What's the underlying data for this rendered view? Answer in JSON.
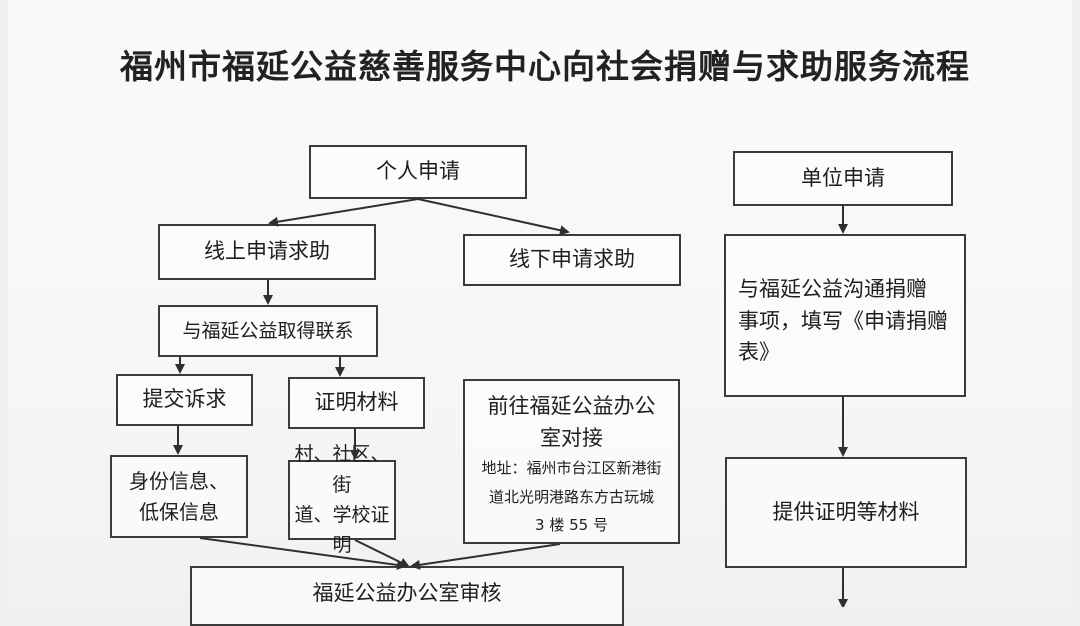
{
  "title": "福州市福延公益慈善服务中心向社会捐赠与求助服务流程",
  "nodes": {
    "personal_apply": "个人申请",
    "online_help": "线上申请求助",
    "offline_help": "线下申请求助",
    "contact": "与福延公益取得联系",
    "submit_request": "提交诉求",
    "proof_materials": "证明材料",
    "id_info": "身份信息、\n低保信息",
    "community_proof": "村、社区、街\n道、学校证明",
    "visit_office_title": "前往福延公益办公\n室对接",
    "visit_office_address": "地址：福州市台江区新港街\n道北光明港路东方古玩城\n3 楼 55 号",
    "office_review": "福延公益办公室审核",
    "unit_apply": "单位申请",
    "unit_communicate": "与福延公益沟通捐赠\n事项，填写《申请捐赠\n表》",
    "provide_materials": "提供证明等材料"
  }
}
